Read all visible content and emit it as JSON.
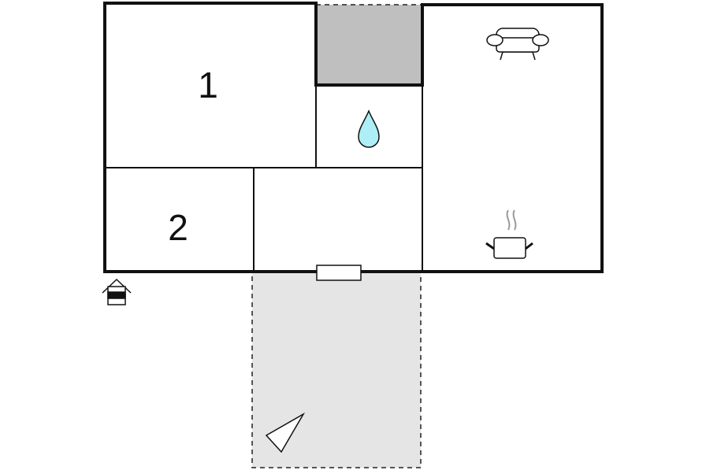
{
  "floor_plan": {
    "rooms": [
      {
        "id": "bedroom-1",
        "label": "1"
      },
      {
        "id": "bedroom-2",
        "label": "2"
      }
    ],
    "icons": {
      "bathroom": "water-drop-icon",
      "living_room": "sofa-icon",
      "kitchen": "cooking-pot-icon",
      "entrance": "house-entrance-icon",
      "terrace": "sun-lounger-icon"
    },
    "colors": {
      "walls": "#111111",
      "terrace_fill": "#e5e5e5",
      "storage_fill": "#bfbfbf",
      "water_drop": "#aeeef6"
    }
  }
}
